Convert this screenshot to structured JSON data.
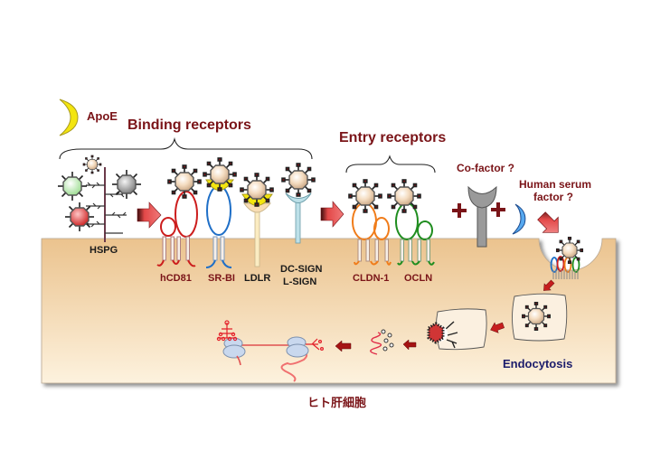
{
  "diagram": {
    "title_region": "HCV entry into human hepatocyte",
    "legend": {
      "apoe_label": "ApoE",
      "apoe_color": "#f2e60c"
    },
    "group_labels": {
      "binding": "Binding receptors",
      "entry": "Entry receptors",
      "cofactor": "Co-factor ?",
      "serum_line1": "Human serum",
      "serum_line2": "factor ?",
      "endocytosis": "Endocytosis",
      "cell": "ヒト肝細胞"
    },
    "receptors": [
      {
        "name": "HSPG",
        "color": "#6b3a4a"
      },
      {
        "name": "hCD81",
        "color": "#cc1d1d"
      },
      {
        "name": "SR-BI",
        "color": "#1f6fc7"
      },
      {
        "name": "LDLR",
        "color": "#f3d9a0"
      },
      {
        "name": "DC-SIGN",
        "name2": "L-SIGN",
        "color": "#a9d4de"
      },
      {
        "name": "CLDN-1",
        "color": "#f07c1a"
      },
      {
        "name": "OCLN",
        "color": "#1f8d1f"
      }
    ],
    "operators": [
      "+",
      "+"
    ],
    "colors": {
      "label_red": "#7a1418",
      "label_navy": "#1b1d6b",
      "cell_top": "#ecc590",
      "cell_bottom": "#fdf1dc",
      "arrow": "#d73030"
    }
  }
}
